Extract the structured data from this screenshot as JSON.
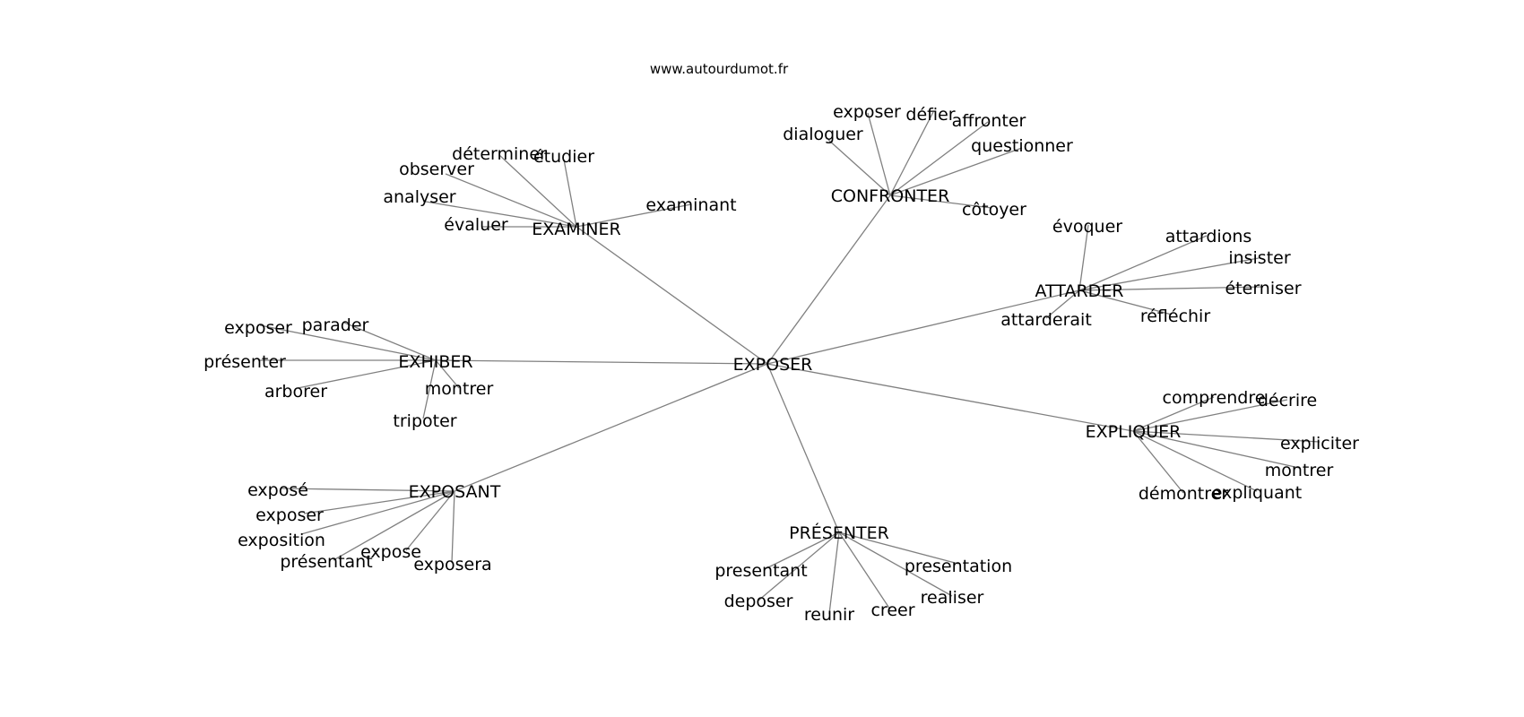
{
  "site": "www.autourdumot.fr",
  "root": "EXPOSER",
  "groups": [
    {
      "label": "EXAMINER",
      "words": [
        "déterminer",
        "étudier",
        "observer",
        "analyser",
        "évaluer",
        "examinant"
      ]
    },
    {
      "label": "CONFRONTER",
      "words": [
        "exposer",
        "défier",
        "affronter",
        "dialoguer",
        "questionner",
        "côtoyer"
      ]
    },
    {
      "label": "ATTARDER",
      "words": [
        "évoquer",
        "attardions",
        "insister",
        "éterniser",
        "attarderait",
        "réfléchir"
      ]
    },
    {
      "label": "EXHIBER",
      "words": [
        "exposer",
        "parader",
        "présenter",
        "arborer",
        "montrer",
        "tripoter"
      ]
    },
    {
      "label": "EXPLIQUER",
      "words": [
        "comprendre",
        "décrire",
        "expliciter",
        "montrer",
        "démontrer",
        "expliquant"
      ]
    },
    {
      "label": "EXPOSANT",
      "words": [
        "exposé",
        "exposer",
        "exposition",
        "présentant",
        "expose",
        "exposera"
      ]
    },
    {
      "label": "PRÉSENTER",
      "words": [
        "presentant",
        "deposer",
        "reunir",
        "creer",
        "realiser",
        "presentation"
      ]
    }
  ]
}
